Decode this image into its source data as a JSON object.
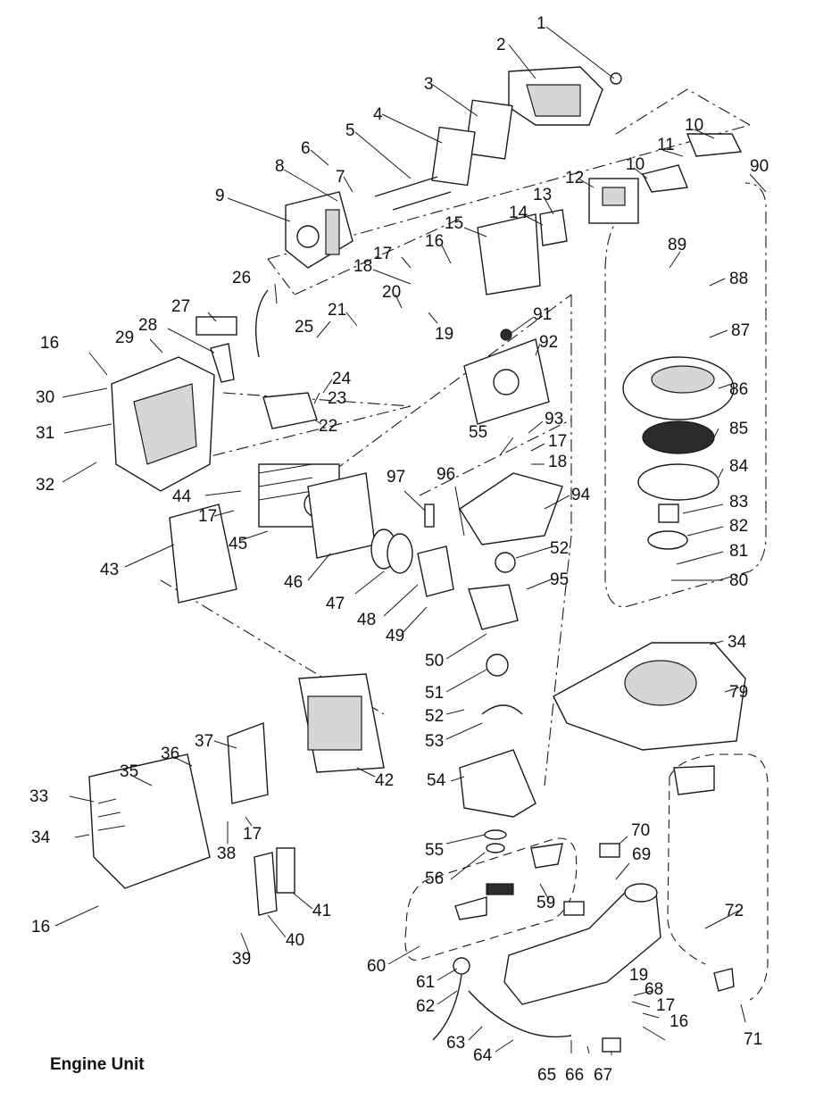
{
  "caption": "Engine Unit",
  "callouts": [
    "1",
    "2",
    "3",
    "4",
    "5",
    "6",
    "7",
    "8",
    "9",
    "10",
    "10",
    "11",
    "12",
    "13",
    "14",
    "15",
    "16",
    "17",
    "18",
    "19",
    "20",
    "21",
    "22",
    "23",
    "24",
    "25",
    "26",
    "27",
    "28",
    "29",
    "16",
    "30",
    "31",
    "32",
    "44",
    "17",
    "45",
    "43",
    "46",
    "47",
    "48",
    "49",
    "97",
    "96",
    "94",
    "52",
    "95",
    "50",
    "51",
    "52",
    "53",
    "54",
    "55",
    "56",
    "59",
    "60",
    "61",
    "62",
    "63",
    "64",
    "65",
    "66",
    "67",
    "70",
    "69",
    "68",
    "19",
    "17",
    "16",
    "71",
    "72",
    "91",
    "92",
    "93",
    "55",
    "17",
    "18",
    "90",
    "89",
    "88",
    "87",
    "86",
    "85",
    "84",
    "83",
    "82",
    "81",
    "80",
    "34",
    "79",
    "33",
    "34",
    "16",
    "35",
    "36",
    "37",
    "38",
    "17",
    "39",
    "40",
    "41",
    "42"
  ]
}
